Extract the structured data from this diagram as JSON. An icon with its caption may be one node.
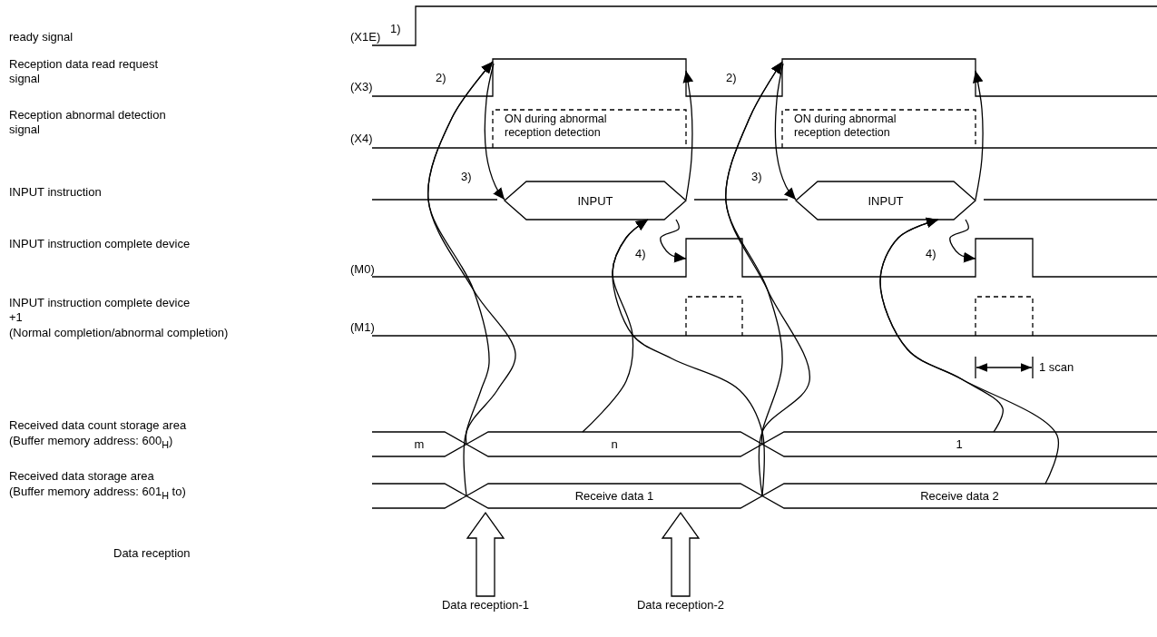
{
  "diagram": {
    "nodes": [
      {
        "text": [
          "ON during abnormal reception detection"
        ]
      },
      {
        "text": [
          "ON during abnormal reception detection"
        ]
      },
      {
        "text": [
          "INPUT"
        ]
      },
      {
        "text": [
          "INPUT"
        ]
      },
      {
        "text": [
          "m"
        ]
      },
      {
        "text": [
          "n"
        ]
      },
      {
        "text": [
          "1"
        ]
      },
      {
        "text": [
          "Receive data 1"
        ]
      },
      {
        "text": [
          "Receive data 2"
        ]
      },
      {
        "text": [
          "Data reception-1"
        ]
      },
      {
        "text": [
          "Data reception-2"
        ]
      }
    ],
    "edges": [
      {
        "from": 5,
        "to": null,
        "arrow": "to"
      },
      {
        "from": 7,
        "to": null,
        "arrow": "to"
      },
      {
        "from": null,
        "to": 2,
        "arrow": "to"
      },
      {
        "from": 5,
        "to": 2,
        "arrow": "to"
      },
      {
        "from": 7,
        "to": 2,
        "arrow": "to"
      },
      {
        "from": 2,
        "to": null,
        "arrow": "to"
      },
      {
        "from": 2,
        "to": null,
        "arrow": "to"
      },
      {
        "from": 5,
        "to": null,
        "arrow": "to"
      },
      {
        "from": 8,
        "to": null,
        "arrow": "to"
      },
      {
        "from": null,
        "to": 3,
        "arrow": "to"
      },
      {
        "from": 6,
        "to": 3,
        "arrow": "to"
      },
      {
        "from": 8,
        "to": 3,
        "arrow": "to"
      },
      {
        "from": 3,
        "to": null,
        "arrow": "to"
      },
      {
        "from": 3,
        "to": null,
        "arrow": "to"
      },
      {
        "from": 9,
        "to": null,
        "arrow": "to",
        "style": "thick"
      },
      {
        "from": 10,
        "to": null,
        "arrow": "to",
        "style": "thick"
      }
    ],
    "labels": [
      "ready signal",
      "(X1E)",
      "1)",
      "Reception data read request signal",
      "(X3)",
      "2)",
      "2)",
      "Reception abnormal detection signal",
      "(X4)",
      "INPUT instruction",
      "3)",
      "3)",
      "INPUT instruction complete device",
      "(M0)",
      "4)",
      "4)",
      "INPUT instruction complete device +1",
      "(Normal completion/abnormal completion)",
      "(M1)",
      "1 scan",
      "Received data count storage area",
      "(Buffer memory address: 600$_{H}$)",
      "Received data storage area",
      "(Buffer memory address: 601$_{H}$ to)",
      "Data reception"
    ]
  }
}
